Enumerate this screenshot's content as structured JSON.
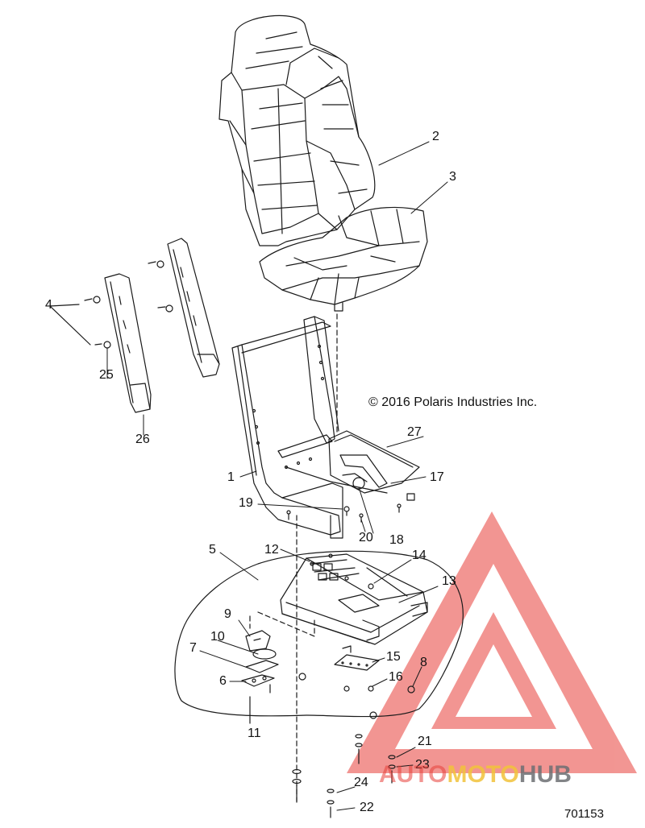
{
  "copyright": "© 2016 Polaris Industries Inc.",
  "ref_number": "701153",
  "watermark": {
    "part1": "AUTO",
    "part2": "MOTO",
    "part3": "HUB"
  },
  "labels": {
    "l1": "1",
    "l2": "2",
    "l3": "3",
    "l4": "4",
    "l5": "5",
    "l6": "6",
    "l7": "7",
    "l8": "8",
    "l9": "9",
    "l10": "10",
    "l11": "11",
    "l12": "12",
    "l13": "13",
    "l14": "14",
    "l15": "15",
    "l16": "16",
    "l17": "17",
    "l18": "18",
    "l19": "19",
    "l20": "20",
    "l21": "21",
    "l22": "22",
    "l23": "23",
    "l24": "24",
    "l25": "25",
    "l26": "26",
    "l27": "27"
  }
}
